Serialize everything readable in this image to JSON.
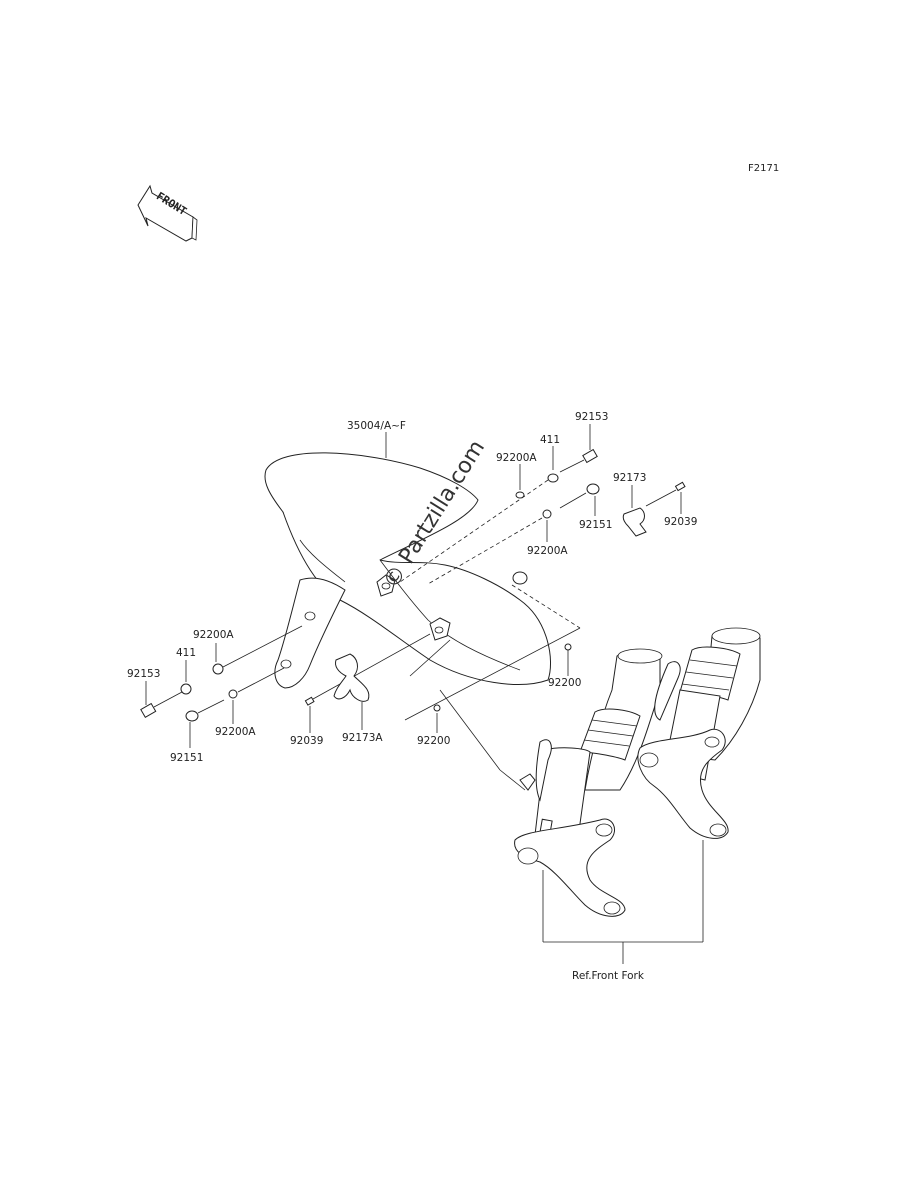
{
  "diagram_id": "F2171",
  "front_label": "FRONT",
  "watermark": "© Partzilla.com",
  "labels": {
    "fender": "35004/A~F",
    "bolt_top_right": "92153",
    "washer_top_right": "411",
    "washer_a_top_right": "92200A",
    "clamp_right": "92173",
    "bolt_right": "92151",
    "screw_right": "92039",
    "washer_a_right_lower": "92200A",
    "nut_right": "92200",
    "washer_a_left": "92200A",
    "washer_left": "411",
    "bolt_left": "92153",
    "washer_a_left_lower": "92200A",
    "bolt_left_lower": "92151",
    "screw_left": "92039",
    "clamp_left": "92173A",
    "nut_left": "92200",
    "ref_front_fork": "Ref.Front Fork"
  }
}
